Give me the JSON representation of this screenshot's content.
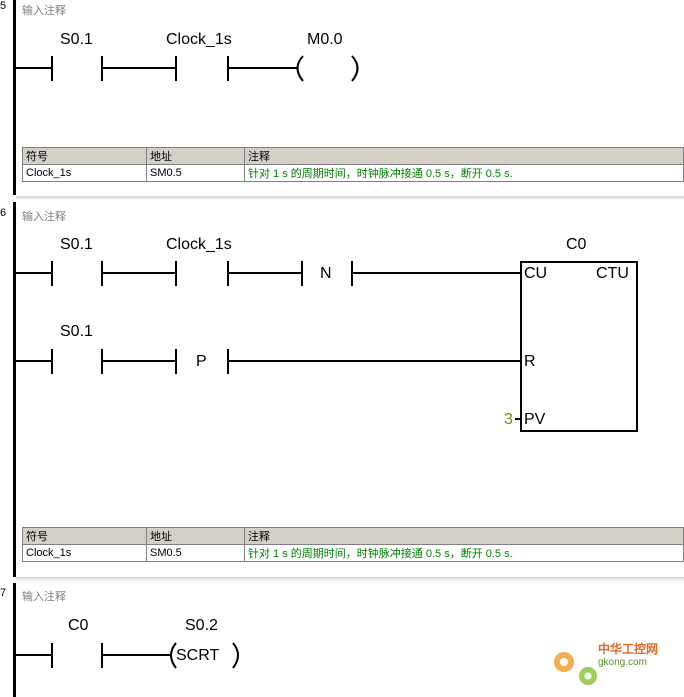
{
  "networks": [
    {
      "number": "5",
      "comment": "输入注释",
      "contacts": [
        {
          "label": "S0.1"
        },
        {
          "label": "Clock_1s"
        }
      ],
      "coil": {
        "label": "M0.0"
      },
      "symbol_table": {
        "headers": [
          "符号",
          "地址",
          "注释"
        ],
        "rows": [
          {
            "symbol": "Clock_1s",
            "address": "SM0.5",
            "comment": "针对 1 s 的周期时间，时钟脉冲接通 0.5 s，断开 0.5 s."
          }
        ]
      }
    },
    {
      "number": "6",
      "comment": "输入注释",
      "rung1": {
        "contact1": "S0.1",
        "contact2": "Clock_1s",
        "edge": "N"
      },
      "rung2": {
        "contact1": "S0.1",
        "edge": "P"
      },
      "counter": {
        "name": "C0",
        "type": "CTU",
        "pin_cu": "CU",
        "pin_r": "R",
        "pin_pv": "PV",
        "pv_value": "3"
      },
      "symbol_table": {
        "headers": [
          "符号",
          "地址",
          "注释"
        ],
        "rows": [
          {
            "symbol": "Clock_1s",
            "address": "SM0.5",
            "comment": "针对 1 s 的周期时间，时钟脉冲接通 0.5 s，断开 0.5 s."
          }
        ]
      }
    },
    {
      "number": "7",
      "comment": "输入注释",
      "contact": {
        "label": "C0"
      },
      "coil": {
        "label": "S0.2",
        "instruction": "SCRT"
      }
    }
  ],
  "watermark": {
    "brand": "中华工控网",
    "domain": "gkong.com"
  }
}
